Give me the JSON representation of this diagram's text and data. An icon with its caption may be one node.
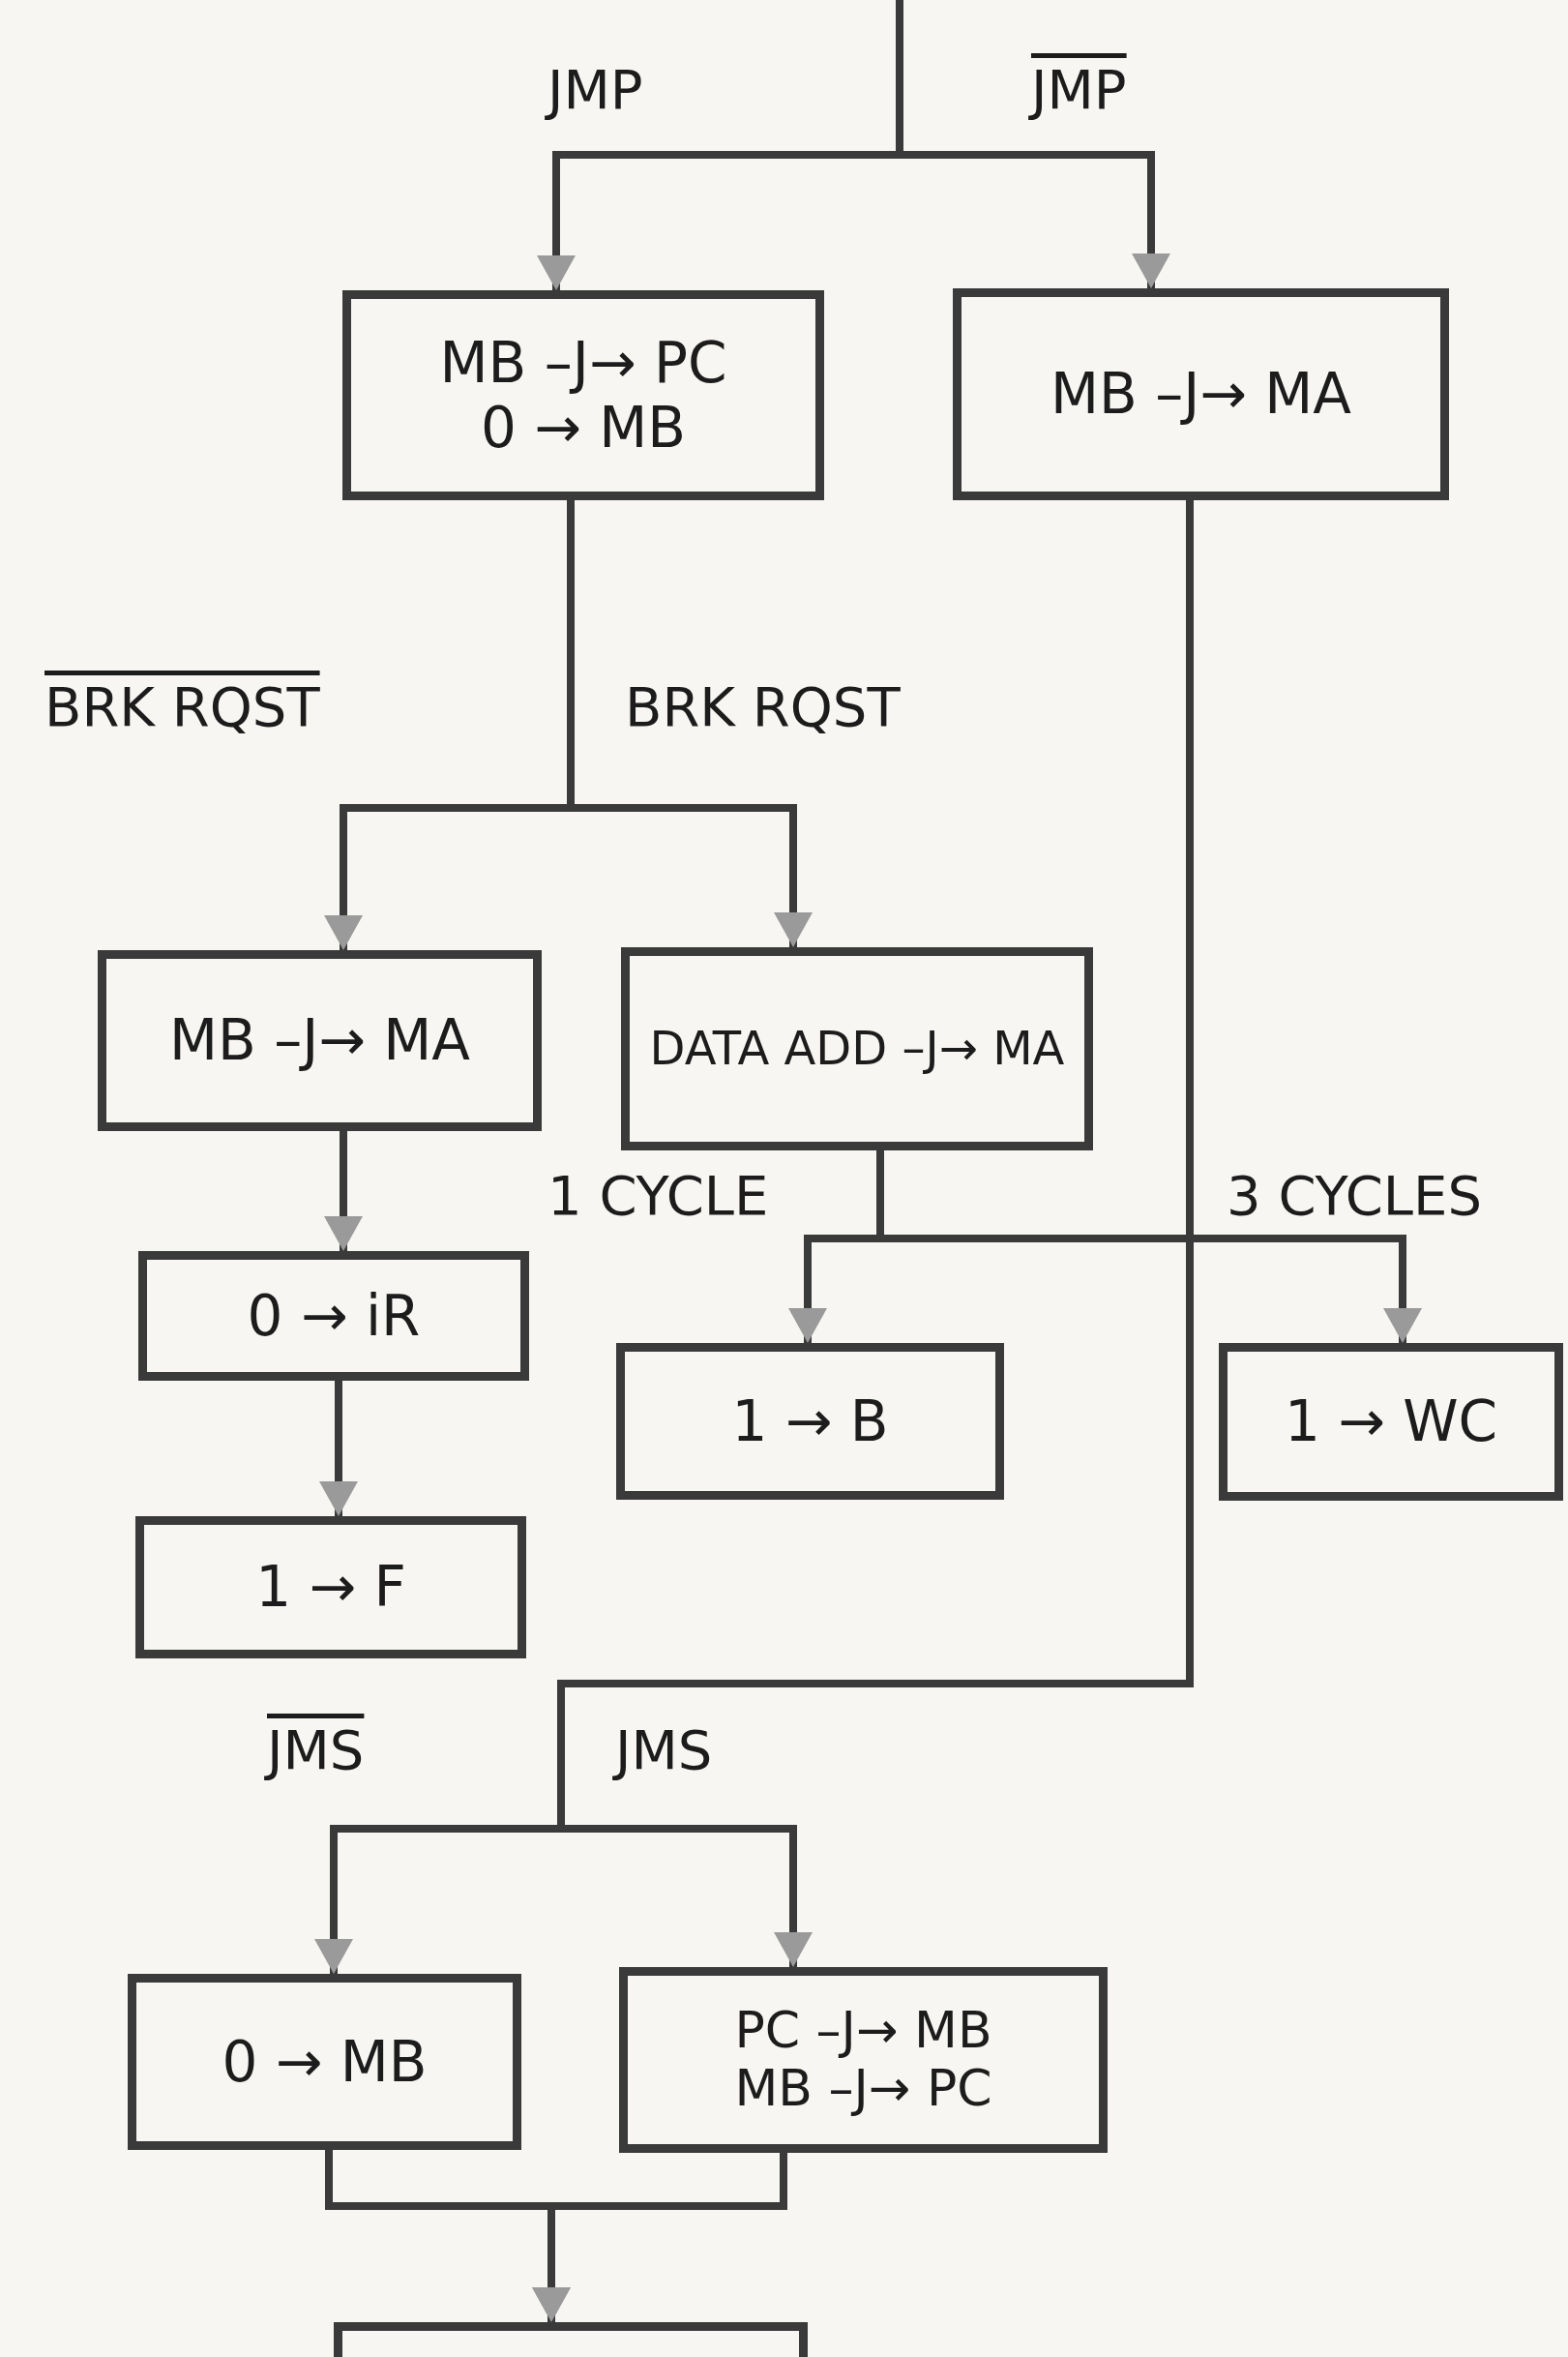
{
  "diagram": {
    "nodes": [
      {
        "text": [
          "MB –J→ PC",
          "0 → MB"
        ]
      },
      {
        "text": [
          "MB –J→ MA"
        ]
      },
      {
        "text": [
          "MB –J→ MA"
        ]
      },
      {
        "text": [
          "DATA ADD –J→ MA"
        ]
      },
      {
        "text": [
          "0 → iR"
        ]
      },
      {
        "text": [
          "1 → B"
        ]
      },
      {
        "text": [
          "1 → WC"
        ]
      },
      {
        "text": [
          "1 → F"
        ]
      },
      {
        "text": [
          "0 → MB"
        ]
      },
      {
        "text": [
          "PC –J→ MB",
          "MB –J→ PC"
        ]
      },
      {
        "text": [],
        "shape": "box"
      }
    ],
    "edges": [
      {
        "from": null,
        "to": 0,
        "arrow": "to",
        "label": "JMP"
      },
      {
        "from": null,
        "to": 1,
        "arrow": "to",
        "label": "JMP"
      },
      {
        "from": 0,
        "to": 2,
        "arrow": "to",
        "label": "BRK RQST"
      },
      {
        "from": 0,
        "to": 3,
        "arrow": "to",
        "label": "BRK RQST"
      },
      {
        "from": 2,
        "to": 4,
        "arrow": "to"
      },
      {
        "from": 4,
        "to": 7,
        "arrow": "to"
      },
      {
        "from": 3,
        "to": 5,
        "arrow": "to",
        "label": "1 CYCLE"
      },
      {
        "from": 3,
        "to": 6,
        "arrow": "to",
        "label": "3 CYCLES"
      },
      {
        "from": 1,
        "to": 8,
        "arrow": "to",
        "label": "JMS"
      },
      {
        "from": 1,
        "to": 9,
        "arrow": "to",
        "label": "JMS"
      },
      {
        "from": 8,
        "to": 10,
        "arrow": "to"
      },
      {
        "from": 9,
        "to": 10,
        "arrow": "to"
      }
    ]
  }
}
